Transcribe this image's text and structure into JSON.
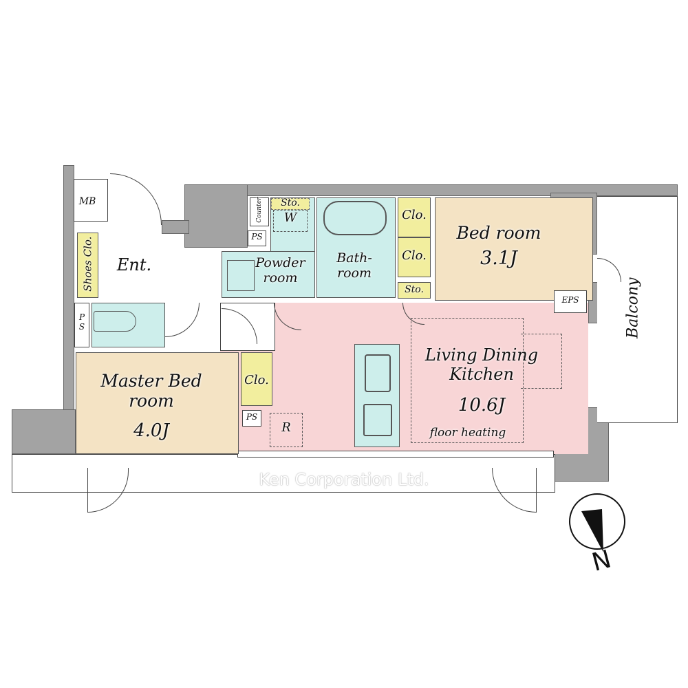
{
  "rooms": {
    "mb": "MB",
    "shoes_clo": "Shoes Clo.",
    "ent": "Ent.",
    "ps1": "P S",
    "ps2": "PS",
    "ps3": "PS",
    "counter": "Counter",
    "sto1": "Sto.",
    "w": "W",
    "powder": "Powder room",
    "bath": "Bath- room",
    "clo1": "Clo.",
    "clo2": "Clo.",
    "sto2": "Sto.",
    "bedroom": "Bed room",
    "bedroom_size": "3.1J",
    "eps": "EPS",
    "balcony": "Balcony",
    "ldk": "Living Dining Kitchen",
    "ldk_size": "10.6J",
    "floor_heating": "floor heating",
    "master": "Master Bed room",
    "master_size": "4.0J",
    "master_clo": "Clo.",
    "r": "R"
  },
  "watermark": "Ken Corporation Ltd.",
  "compass": "N",
  "colors": {
    "wall": "#a3a3a3",
    "ldk": "#f8d5d6",
    "bedroom": "#f4e3c4",
    "wet": "#cdeeeb",
    "storage": "#f2ee9e"
  }
}
